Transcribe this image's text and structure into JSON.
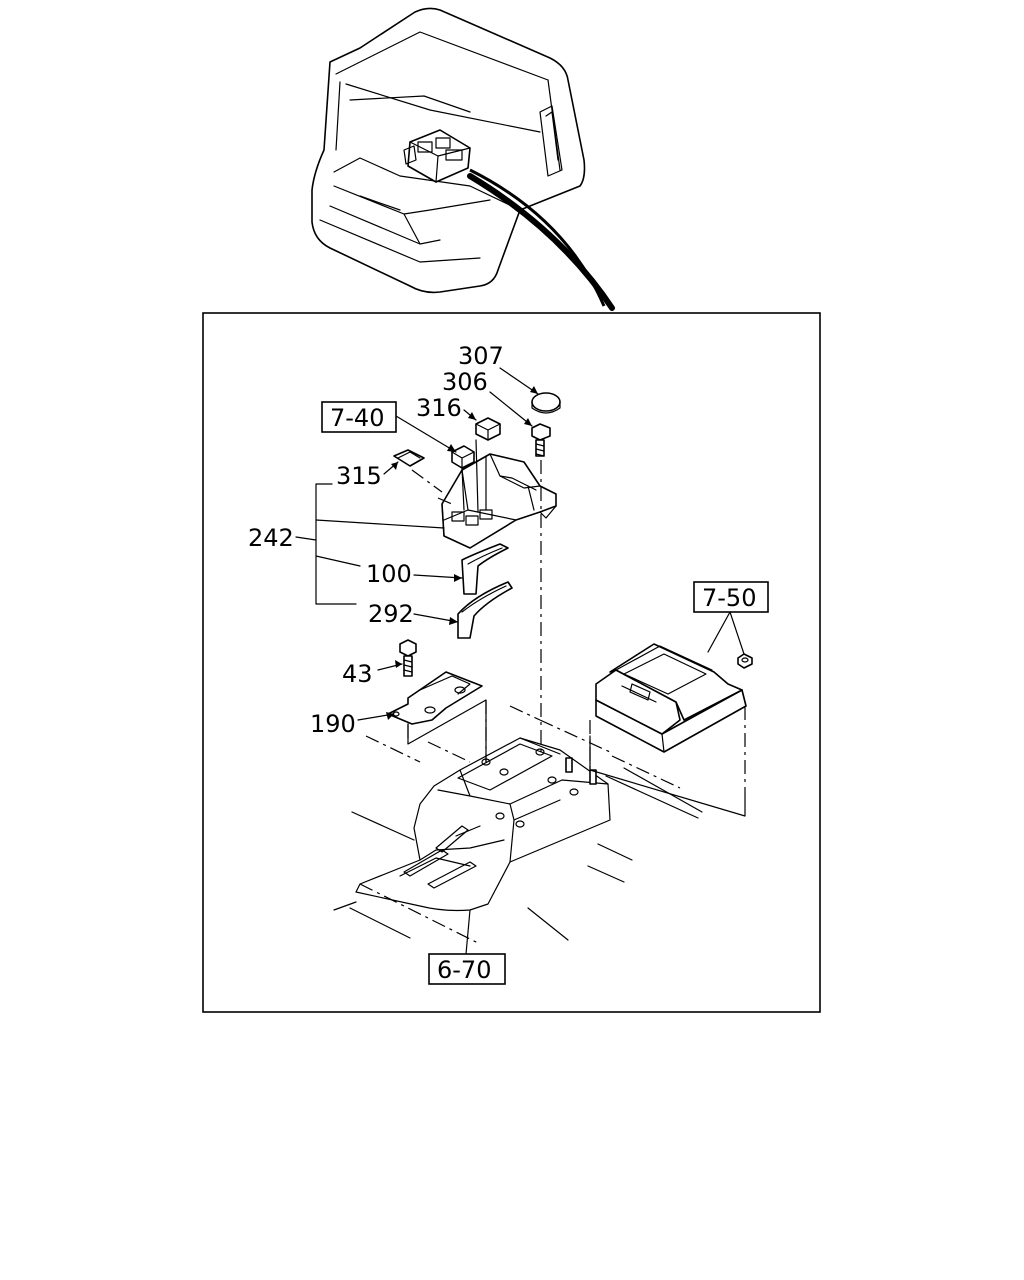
{
  "diagram": {
    "callouts": {
      "c307": "307",
      "c306": "306",
      "c316": "316",
      "c315": "315",
      "c242": "242",
      "c100": "100",
      "c292": "292",
      "c43": "43",
      "c190": "190"
    },
    "reference_boxes": {
      "r740": "7-40",
      "r750": "7-50",
      "r670": "6-70"
    }
  }
}
